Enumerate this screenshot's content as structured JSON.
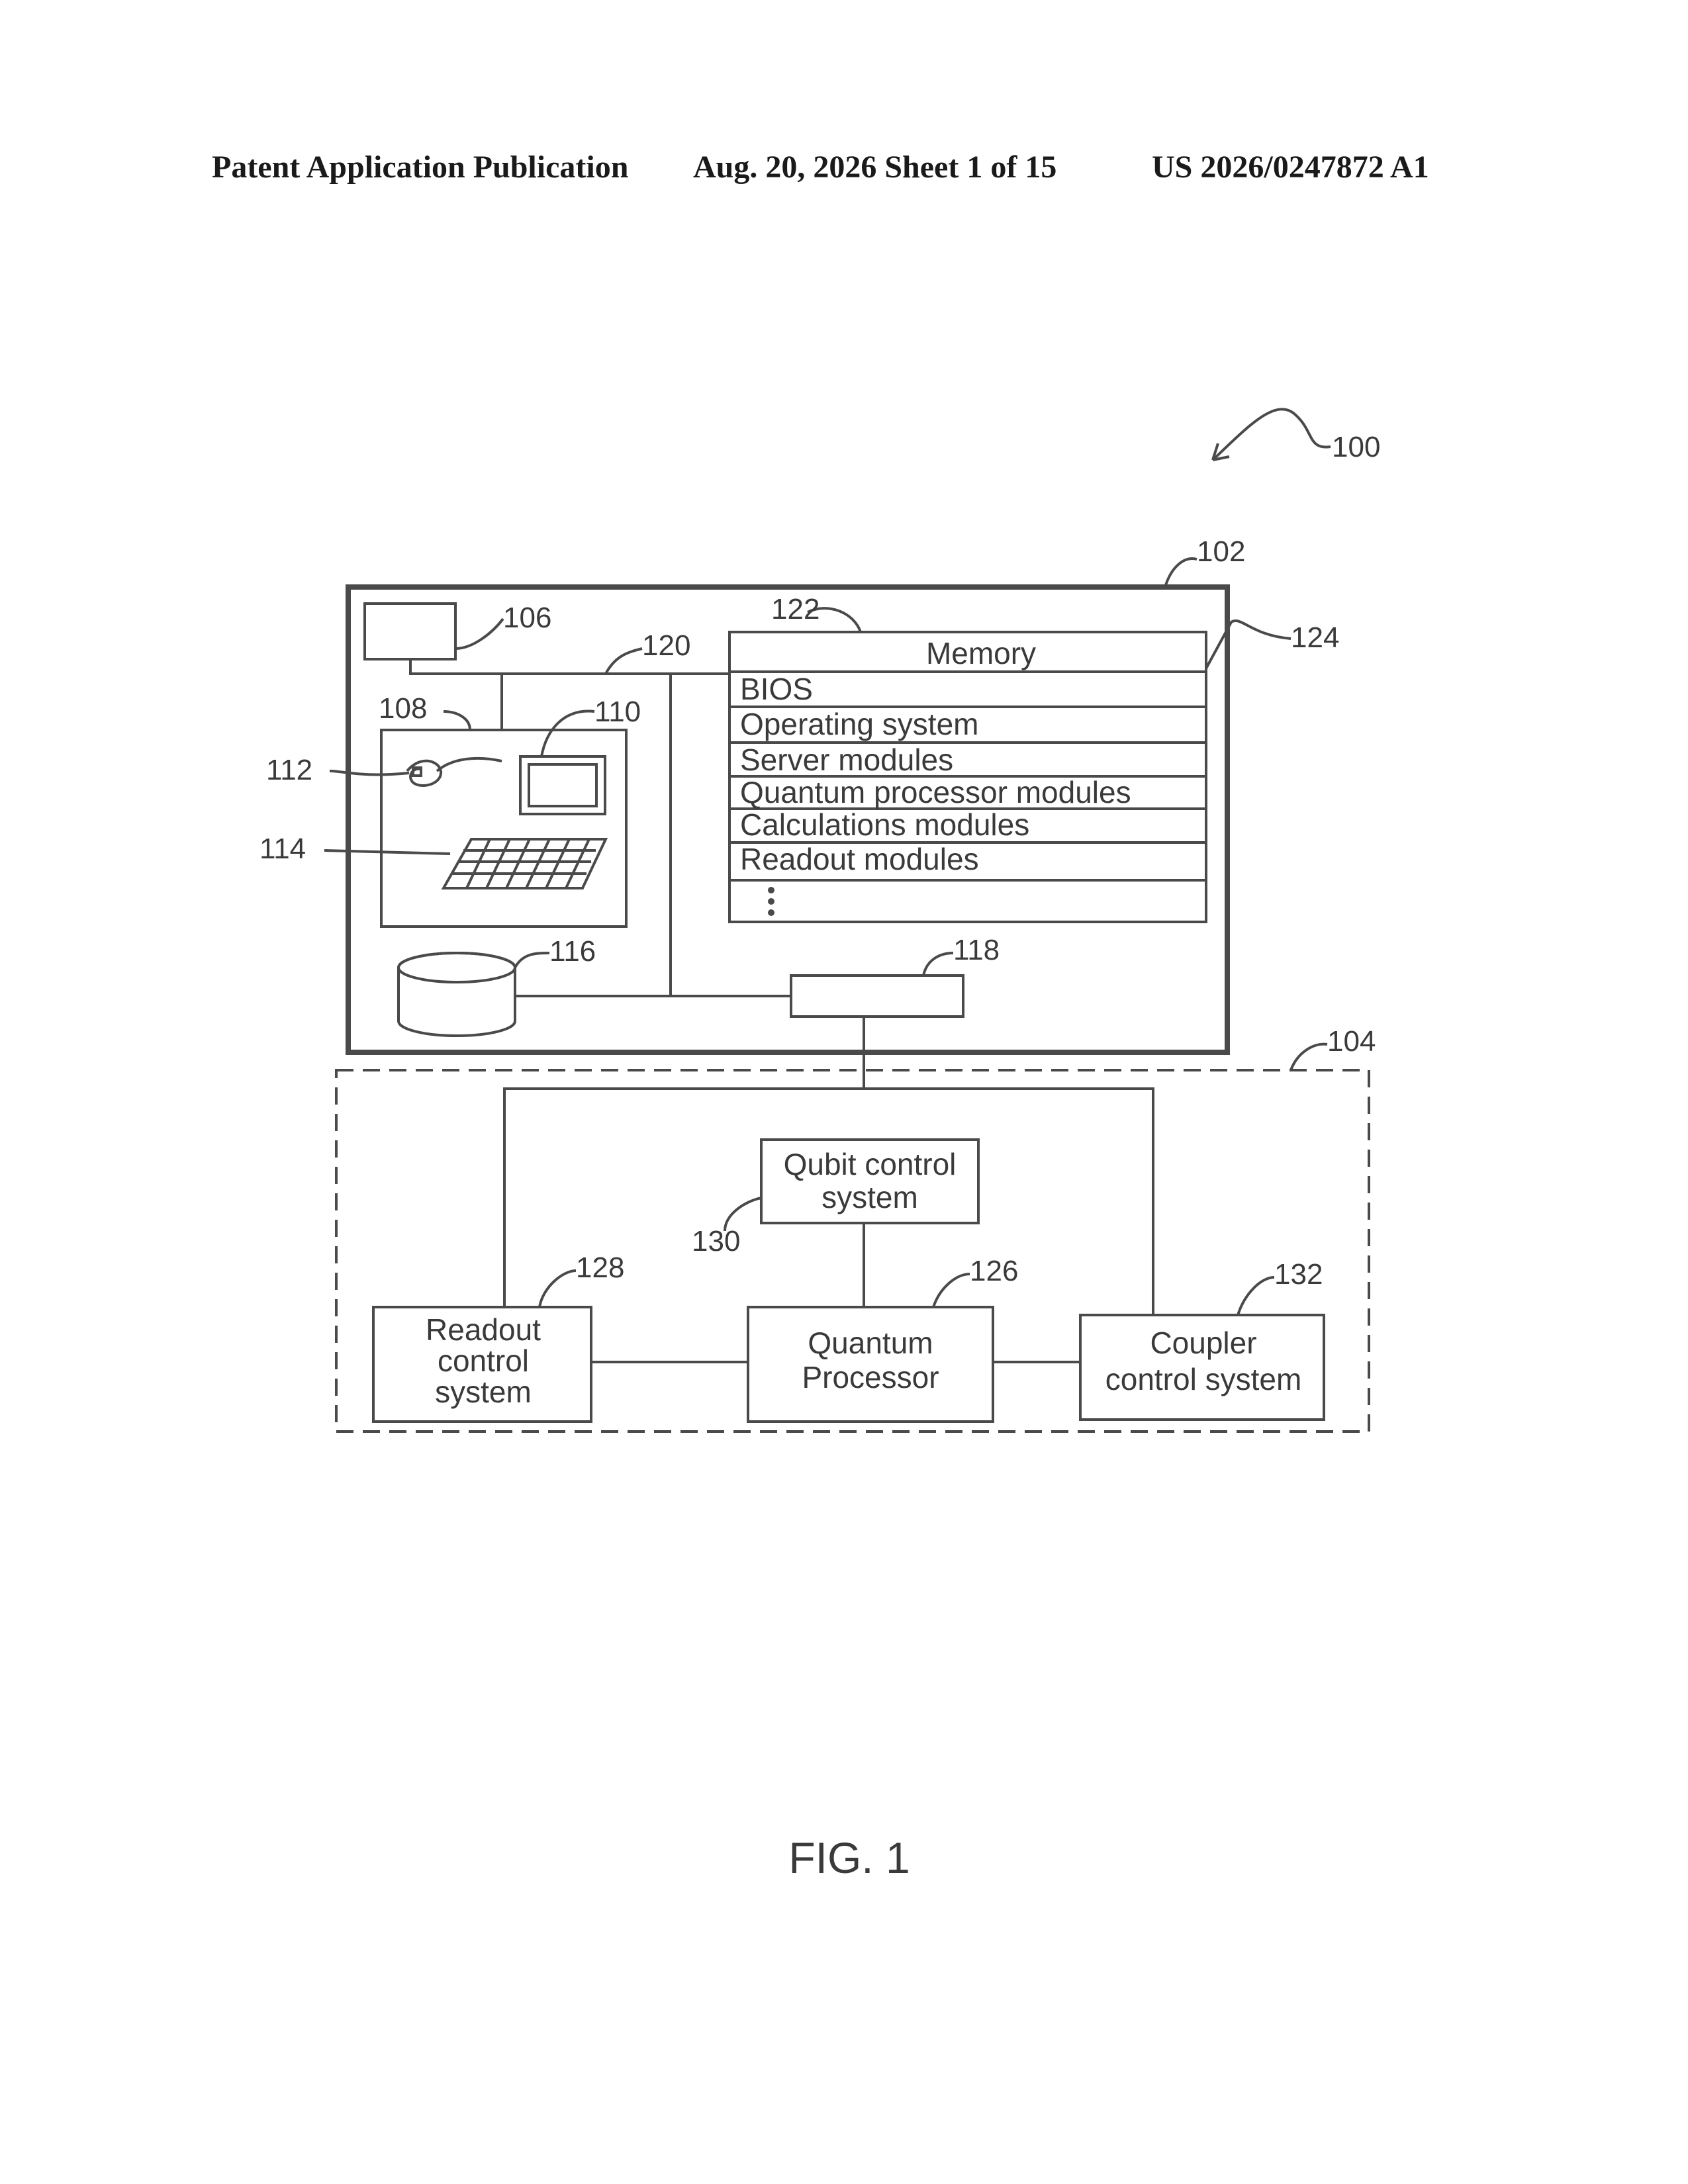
{
  "header": {
    "left": "Patent Application Publication",
    "date_sheet": "Aug. 20, 2026  Sheet 1 of 15",
    "number": "US 2026/0247872 A1"
  },
  "refs": {
    "r100": "100",
    "r102": "102",
    "r104": "104",
    "r106": "106",
    "r108": "108",
    "r110": "110",
    "r112": "112",
    "r114": "114",
    "r116": "116",
    "r118": "118",
    "r120": "120",
    "r122": "122",
    "r124": "124",
    "r126": "126",
    "r128": "128",
    "r130": "130",
    "r132": "132"
  },
  "memory": {
    "title": "Memory",
    "rows": [
      "BIOS",
      "Operating system",
      "Server modules",
      "Quantum processor modules",
      "Calculations modules",
      "Readout modules"
    ]
  },
  "blocks": {
    "qubit_control": [
      "Qubit control",
      "system"
    ],
    "readout_control": [
      "Readout",
      "control",
      "system"
    ],
    "quantum_processor": [
      "Quantum",
      "Processor"
    ],
    "coupler_control": [
      "Coupler",
      "control system"
    ]
  },
  "caption": "FIG. 1"
}
